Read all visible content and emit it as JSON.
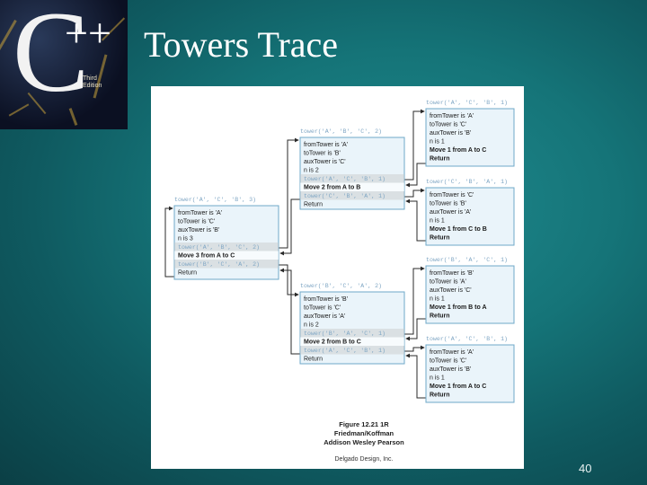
{
  "title": "Towers Trace",
  "page_number": "40",
  "logo": {
    "letter": "C",
    "plus": "++",
    "subtitle": [
      "Third",
      "Edition"
    ]
  },
  "colors": {
    "background": "#157478",
    "box_border": "#6fa8c8",
    "box_fill": "#eaf4fa",
    "call_text": "#7fa6c4",
    "highlight": "#c8c8c8",
    "arrow": "#2a2a2a"
  },
  "figure": {
    "boxes": [
      {
        "call": "tower('A', 'C', 'B', 3)",
        "lines": [
          "fromTower is 'A'",
          "toTower is 'C'",
          "auxTower is 'B'",
          "n is 3"
        ],
        "sub1": "tower('A', 'B', 'C', 2)",
        "move": "Move 3 from A to C",
        "sub2": "tower('B', 'C', 'A', 2)",
        "ret": "Return"
      },
      {
        "call": "tower('A', 'B', 'C', 2)",
        "lines": [
          "fromTower is 'A'",
          "toTower is 'B'",
          "auxTower is 'C'",
          "n is 2"
        ],
        "sub1": "tower('A', 'C', 'B', 1)",
        "move": "Move 2 from A to B",
        "sub2": "tower('C', 'B', 'A', 1)",
        "ret": "Return"
      },
      {
        "call": "tower('B', 'C', 'A', 2)",
        "lines": [
          "fromTower is 'B'",
          "toTower is 'C'",
          "auxTower is 'A'",
          "n is 2"
        ],
        "sub1": "tower('B', 'A', 'C', 1)",
        "move": "Move 2 from B to C",
        "sub2": "tower('A', 'C', 'B', 1)",
        "ret": "Return"
      },
      {
        "call": "tower('A', 'C', 'B', 1)",
        "lines": [
          "fromTower is 'A'",
          "toTower is 'C'",
          "auxTower is 'B'",
          "n is 1",
          "Move 1 from A to C",
          "Return"
        ]
      },
      {
        "call": "tower('C', 'B', 'A', 1)",
        "lines": [
          "fromTower is 'C'",
          "toTower is 'B'",
          "auxTower is 'A'",
          "n is 1",
          "Move 1 from C to B",
          "Return"
        ]
      },
      {
        "call": "tower('B', 'A', 'C', 1)",
        "lines": [
          "fromTower is 'B'",
          "toTower is 'A'",
          "auxTower is 'C'",
          "n is 1",
          "Move 1 from B to A",
          "Return"
        ]
      },
      {
        "call": "tower('A', 'C', 'B', 1)",
        "lines": [
          "fromTower is 'A'",
          "toTower is 'C'",
          "auxTower is 'B'",
          "n is 1",
          "Move 1 from A to C",
          "Return"
        ]
      }
    ],
    "caption": [
      "Figure 12.21 1R",
      "Friedman/Koffman",
      "Addison Wesley Pearson"
    ],
    "credit": "Delgado Design, Inc."
  }
}
